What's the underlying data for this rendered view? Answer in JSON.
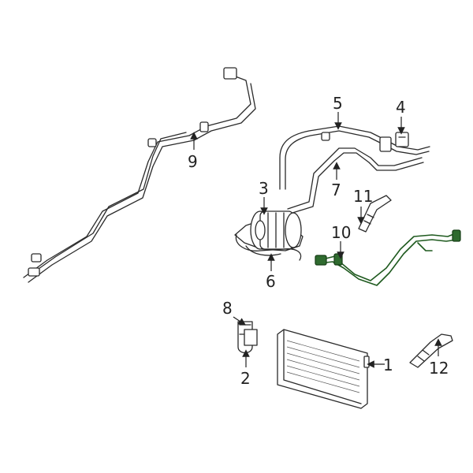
{
  "callouts": [
    "1",
    "2",
    "3",
    "4",
    "5",
    "6",
    "7",
    "8",
    "9",
    "10",
    "11",
    "12"
  ],
  "colors": {
    "line": "#2a2a2a",
    "highlight": "#2f6b2f"
  }
}
